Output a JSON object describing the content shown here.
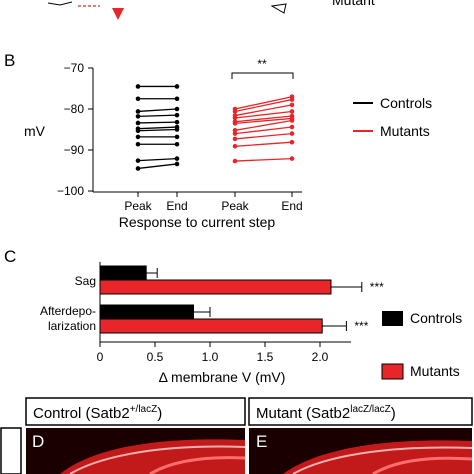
{
  "panels": {
    "top_partial": {
      "legend_label": "Mutant"
    },
    "B": {
      "letter": "B",
      "ylabel": "mV",
      "yticks": [
        "−70",
        "−80",
        "−90",
        "−100"
      ],
      "xticks": [
        "Peak",
        "End",
        "Peak",
        "End"
      ],
      "xlabel": "Response to current step",
      "significance": "**",
      "legend": [
        "Controls",
        "Mutants"
      ]
    },
    "C": {
      "letter": "C",
      "categories": [
        "Sag",
        "Afterdepo-",
        "larization"
      ],
      "xticks": [
        "0",
        "0.5",
        "1.0",
        "1.5",
        "2.0"
      ],
      "xlabel": "Δ membrane V (mV)",
      "stars": [
        "***",
        "***"
      ],
      "legend": [
        "Controls",
        "Mutants"
      ]
    },
    "micrographs": {
      "D_header": "Control (Satb2",
      "D_sup": "+/lacZ",
      "D_close": ")",
      "E_header": "Mutant (Satb2",
      "E_sup": "lacZ/lacZ",
      "E_close": ")",
      "D_letter": "D",
      "E_letter": "E"
    }
  },
  "colors": {
    "controls": "#000000",
    "mutants": "#e8262a",
    "micro_bg": "#1a0000",
    "micro_tissue": "#c21a1a"
  },
  "chart_data": [
    {
      "type": "line",
      "panel": "B",
      "ylabel": "mV",
      "xlabel": "Response to current step",
      "ylim": [
        -100,
        -70
      ],
      "categories": [
        "Peak",
        "End",
        "Peak",
        "End"
      ],
      "series": [
        {
          "name": "Controls",
          "group": "Controls",
          "values": [
            [
              -74.5,
              -74.5
            ],
            [
              -77.5,
              -77.5
            ],
            [
              -80.6,
              -80.0
            ],
            [
              -81.8,
              -81.5
            ],
            [
              -83.4,
              -83.2
            ],
            [
              -84.8,
              -84.4
            ],
            [
              -85.3,
              -85.0
            ],
            [
              -86.8,
              -86.8
            ],
            [
              -88.6,
              -88.6
            ],
            [
              -92.6,
              -92.1
            ],
            [
              -94.5,
              -93.4
            ]
          ]
        },
        {
          "name": "Mutants",
          "group": "Mutants",
          "values": [
            [
              -80.0,
              -77.0
            ],
            [
              -80.6,
              -77.7
            ],
            [
              -81.6,
              -79.0
            ],
            [
              -82.2,
              -80.6
            ],
            [
              -83.1,
              -81.7
            ],
            [
              -83.5,
              -82.3
            ],
            [
              -85.2,
              -82.8
            ],
            [
              -86.0,
              -84.4
            ],
            [
              -87.3,
              -86.0
            ],
            [
              -89.1,
              -88.1
            ],
            [
              -92.7,
              -92.1
            ]
          ]
        }
      ],
      "annotations": [
        "**"
      ]
    },
    {
      "type": "bar",
      "panel": "C",
      "orientation": "horizontal",
      "categories": [
        "Sag",
        "Afterdepolarization"
      ],
      "xlabel": "Δ membrane V (mV)",
      "xlim": [
        0,
        2.3
      ],
      "series": [
        {
          "name": "Controls",
          "values": [
            0.42,
            0.85
          ],
          "errors": [
            0.1,
            0.15
          ]
        },
        {
          "name": "Mutants",
          "values": [
            2.1,
            2.02
          ],
          "errors": [
            0.28,
            0.22
          ]
        }
      ],
      "annotations": [
        "***",
        "***"
      ]
    }
  ]
}
